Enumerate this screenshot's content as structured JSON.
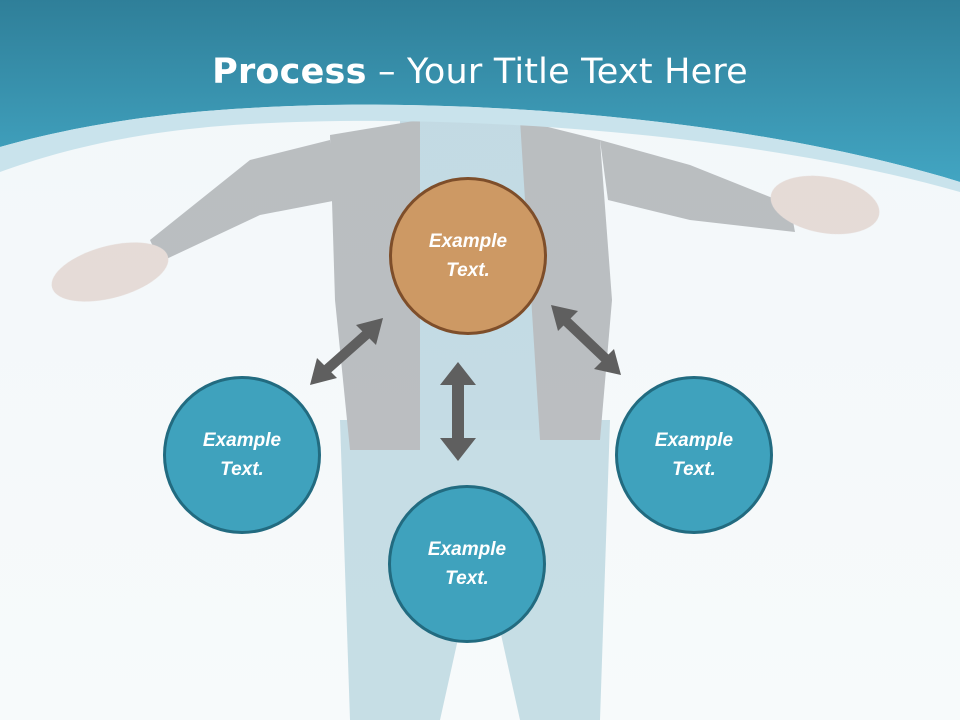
{
  "title": {
    "bold": "Process",
    "rest": " – Your Title Text Here"
  },
  "colors": {
    "header": "#3a9bb6",
    "center_fill": "#cd9964",
    "center_border": "#7e4e2a",
    "node_fill": "#3fa2bd",
    "node_border": "#226b80",
    "arrow": "#5f5f5f"
  },
  "nodes": {
    "center": "Example\nText.",
    "left": "Example\nText.",
    "bottom": "Example\nText.",
    "right": "Example\nText."
  }
}
